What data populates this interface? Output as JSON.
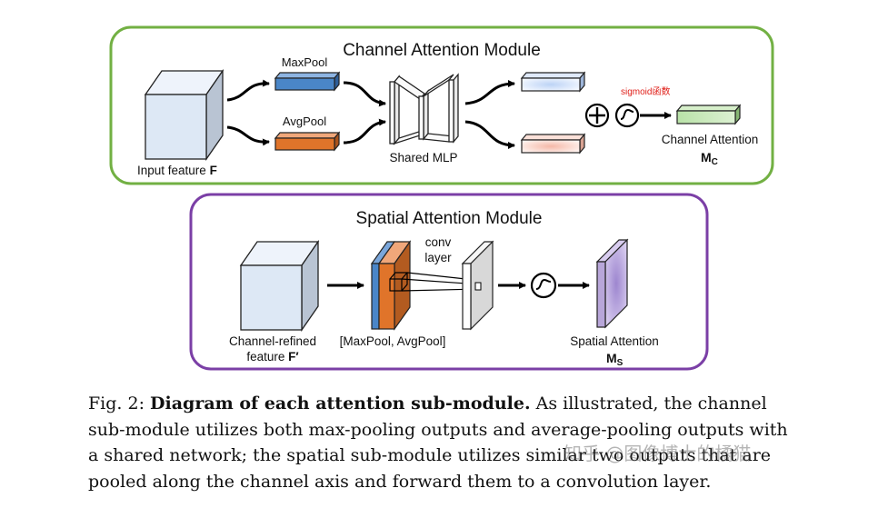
{
  "channel_module": {
    "title": "Channel Attention Module",
    "maxpool_label": "MaxPool",
    "avgpool_label": "AvgPool",
    "input_label": "Input feature ",
    "input_symbol": "F",
    "mlp_label": "Shared MLP",
    "sigmoid_note": "sigmoid函数",
    "output_label": "Channel Attention",
    "output_symbol": "M",
    "output_subscript": "C",
    "border_color": "#72b043"
  },
  "spatial_module": {
    "title": "Spatial Attention Module",
    "input_label_line1": "Channel-refined",
    "input_label_line2": "feature ",
    "input_symbol": "F′",
    "pool_label": "[MaxPool, AvgPool]",
    "conv_label_line1": "conv",
    "conv_label_line2": "layer",
    "output_label": "Spatial Attention",
    "output_symbol": "M",
    "output_subscript": "S",
    "border_color": "#7b3fa6"
  },
  "colors": {
    "maxpool_blue": "#4a86c8",
    "avgpool_orange": "#e0742a",
    "output_green": "#a5d393",
    "cube_face": "#dde8f5",
    "spatial_purple": "#b8a6d9",
    "sigmoid_note_red": "#e0201a"
  },
  "caption": {
    "prefix": "Fig. 2: ",
    "bold": "Diagram of each attention sub-module.",
    "line1_rest": " As illustrated, the channel",
    "line2": "sub-module utilizes both max-pooling outputs and average-pooling outputs with",
    "line3": "a shared network; the spatial sub-module utilizes similar two outputs that are",
    "line4": "pooled along the channel axis and forward them to a convolution layer."
  },
  "watermark": "知乎 @图像博士的橘猫"
}
